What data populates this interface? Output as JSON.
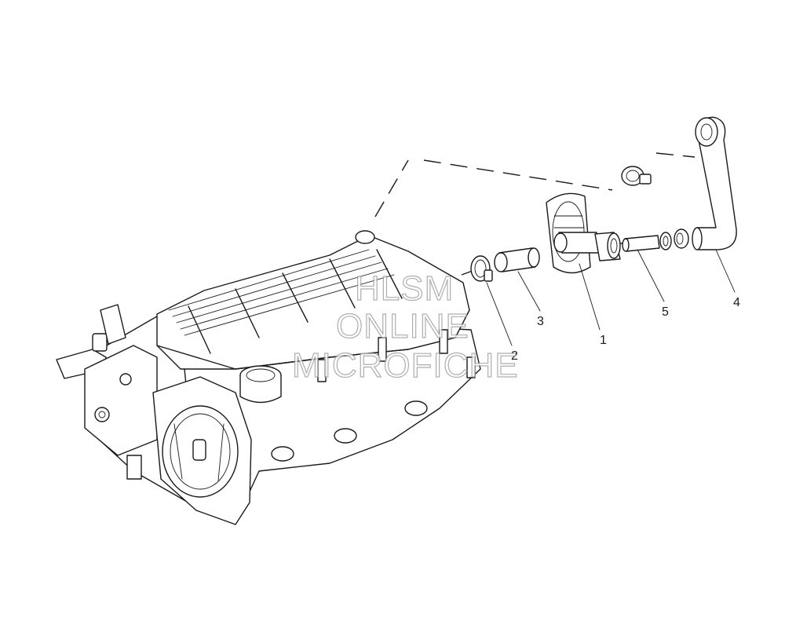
{
  "callouts": {
    "c1": "1",
    "c2": "2",
    "c3": "3",
    "c4": "4",
    "c5": "5"
  },
  "watermark": {
    "line1": "HLSM",
    "line2": "ONLINE",
    "line3": "MICROFICHE"
  }
}
